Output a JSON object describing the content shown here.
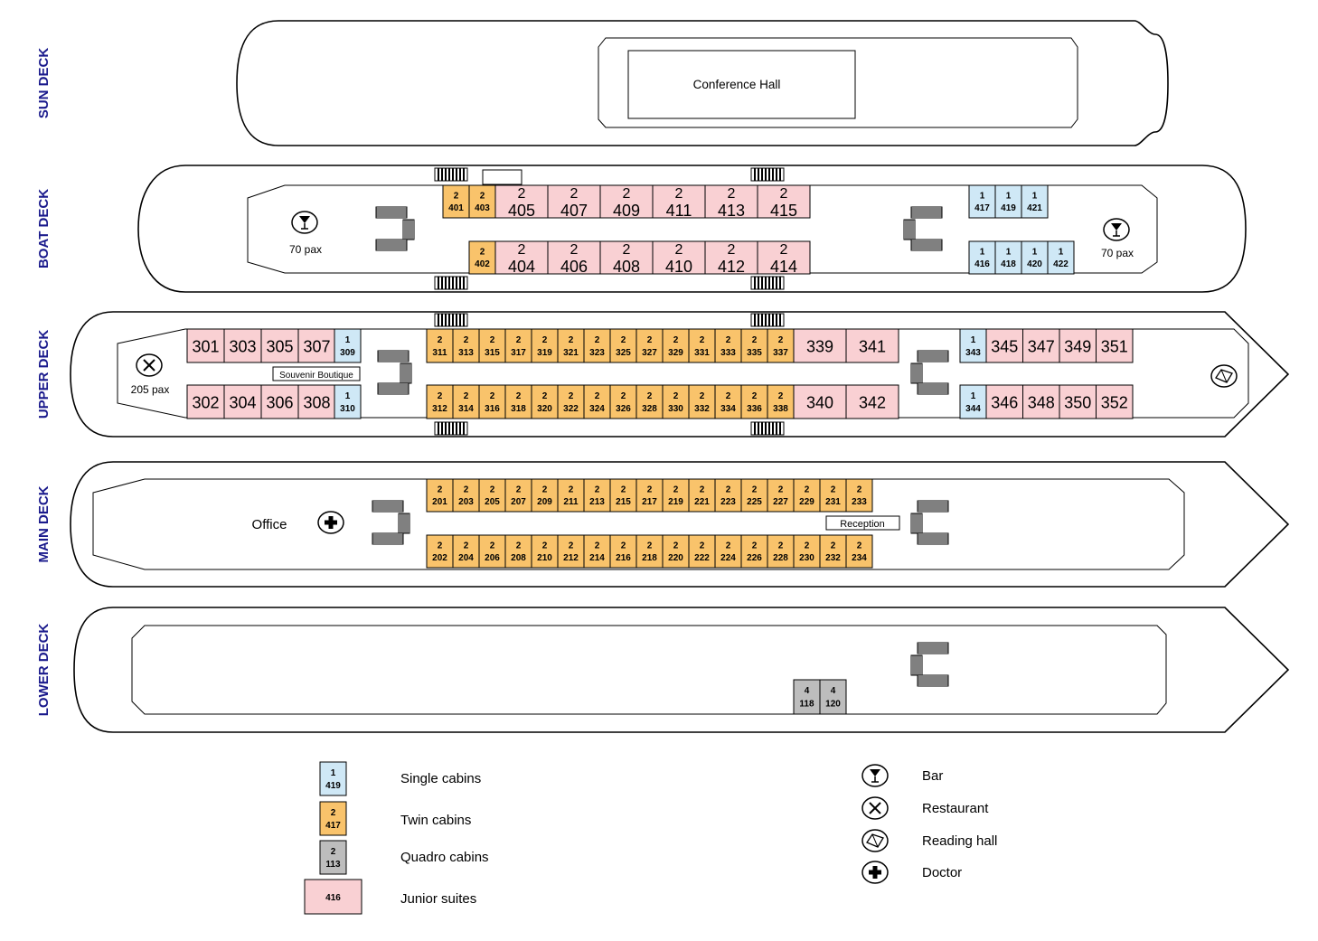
{
  "colors": {
    "single": "#cfe8f6",
    "twin": "#f9c36b",
    "quadro": "#bdbdbd",
    "suite": "#f9d0d3",
    "deck_label": "#1a1a8c"
  },
  "decks": [
    {
      "key": "sun",
      "label": "SUN DECK"
    },
    {
      "key": "boat",
      "label": "BOAT DECK"
    },
    {
      "key": "upper",
      "label": "UPPER DECK"
    },
    {
      "key": "main",
      "label": "MAIN DECK"
    },
    {
      "key": "lower",
      "label": "LOWER DECK"
    }
  ],
  "rooms": {
    "conference_hall": "Conference Hall",
    "souvenir_boutique": "Souvenir Boutique",
    "reception": "Reception",
    "office": "Office"
  },
  "capacities": {
    "boat_bar_left": "70 pax",
    "boat_bar_right": "70 pax",
    "upper_restaurant": "205 pax"
  },
  "cabins": {
    "boat_top_twin": [
      {
        "b": "2",
        "n": "401"
      },
      {
        "b": "2",
        "n": "403"
      }
    ],
    "boat_top_suites": [
      {
        "b": "2",
        "n": "405"
      },
      {
        "b": "2",
        "n": "407"
      },
      {
        "b": "2",
        "n": "409"
      },
      {
        "b": "2",
        "n": "411"
      },
      {
        "b": "2",
        "n": "413"
      },
      {
        "b": "2",
        "n": "415"
      }
    ],
    "boat_bottom_twin": [
      {
        "b": "2",
        "n": "402"
      }
    ],
    "boat_bottom_suites": [
      {
        "b": "2",
        "n": "404"
      },
      {
        "b": "2",
        "n": "406"
      },
      {
        "b": "2",
        "n": "408"
      },
      {
        "b": "2",
        "n": "410"
      },
      {
        "b": "2",
        "n": "412"
      },
      {
        "b": "2",
        "n": "414"
      }
    ],
    "boat_top_single": [
      {
        "b": "1",
        "n": "417"
      },
      {
        "b": "1",
        "n": "419"
      },
      {
        "b": "1",
        "n": "421"
      }
    ],
    "boat_bottom_single": [
      {
        "b": "1",
        "n": "416"
      },
      {
        "b": "1",
        "n": "418"
      },
      {
        "b": "1",
        "n": "420"
      },
      {
        "b": "1",
        "n": "422"
      }
    ],
    "upper_top_left_suites": [
      "301",
      "303",
      "305",
      "307"
    ],
    "upper_top_left_single": [
      {
        "b": "1",
        "n": "309"
      }
    ],
    "upper_bottom_left_suites": [
      "302",
      "304",
      "306",
      "308"
    ],
    "upper_bottom_left_single": [
      {
        "b": "1",
        "n": "310"
      }
    ],
    "upper_top_twin": [
      {
        "b": "2",
        "n": "311"
      },
      {
        "b": "2",
        "n": "313"
      },
      {
        "b": "2",
        "n": "315"
      },
      {
        "b": "2",
        "n": "317"
      },
      {
        "b": "2",
        "n": "319"
      },
      {
        "b": "2",
        "n": "321"
      },
      {
        "b": "2",
        "n": "323"
      },
      {
        "b": "2",
        "n": "325"
      },
      {
        "b": "2",
        "n": "327"
      },
      {
        "b": "2",
        "n": "329"
      },
      {
        "b": "2",
        "n": "331"
      },
      {
        "b": "2",
        "n": "333"
      },
      {
        "b": "2",
        "n": "335"
      },
      {
        "b": "2",
        "n": "337"
      }
    ],
    "upper_top_mid_suites": [
      "339",
      "341"
    ],
    "upper_bottom_twin": [
      {
        "b": "2",
        "n": "312"
      },
      {
        "b": "2",
        "n": "314"
      },
      {
        "b": "2",
        "n": "316"
      },
      {
        "b": "2",
        "n": "318"
      },
      {
        "b": "2",
        "n": "320"
      },
      {
        "b": "2",
        "n": "322"
      },
      {
        "b": "2",
        "n": "324"
      },
      {
        "b": "2",
        "n": "326"
      },
      {
        "b": "2",
        "n": "328"
      },
      {
        "b": "2",
        "n": "330"
      },
      {
        "b": "2",
        "n": "332"
      },
      {
        "b": "2",
        "n": "334"
      },
      {
        "b": "2",
        "n": "336"
      },
      {
        "b": "2",
        "n": "338"
      }
    ],
    "upper_bottom_mid_suites": [
      "340",
      "342"
    ],
    "upper_top_right_single": [
      {
        "b": "1",
        "n": "343"
      }
    ],
    "upper_top_right_suites": [
      "345",
      "347",
      "349",
      "351"
    ],
    "upper_bottom_right_single": [
      {
        "b": "1",
        "n": "344"
      }
    ],
    "upper_bottom_right_suites": [
      "346",
      "348",
      "350",
      "352"
    ],
    "main_top_twin": [
      {
        "b": "2",
        "n": "201"
      },
      {
        "b": "2",
        "n": "203"
      },
      {
        "b": "2",
        "n": "205"
      },
      {
        "b": "2",
        "n": "207"
      },
      {
        "b": "2",
        "n": "209"
      },
      {
        "b": "2",
        "n": "211"
      },
      {
        "b": "2",
        "n": "213"
      },
      {
        "b": "2",
        "n": "215"
      },
      {
        "b": "2",
        "n": "217"
      },
      {
        "b": "2",
        "n": "219"
      },
      {
        "b": "2",
        "n": "221"
      },
      {
        "b": "2",
        "n": "223"
      },
      {
        "b": "2",
        "n": "225"
      },
      {
        "b": "2",
        "n": "227"
      },
      {
        "b": "2",
        "n": "229"
      },
      {
        "b": "2",
        "n": "231"
      },
      {
        "b": "2",
        "n": "233"
      }
    ],
    "main_bottom_twin": [
      {
        "b": "2",
        "n": "202"
      },
      {
        "b": "2",
        "n": "204"
      },
      {
        "b": "2",
        "n": "206"
      },
      {
        "b": "2",
        "n": "208"
      },
      {
        "b": "2",
        "n": "210"
      },
      {
        "b": "2",
        "n": "212"
      },
      {
        "b": "2",
        "n": "214"
      },
      {
        "b": "2",
        "n": "216"
      },
      {
        "b": "2",
        "n": "218"
      },
      {
        "b": "2",
        "n": "220"
      },
      {
        "b": "2",
        "n": "222"
      },
      {
        "b": "2",
        "n": "224"
      },
      {
        "b": "2",
        "n": "226"
      },
      {
        "b": "2",
        "n": "228"
      },
      {
        "b": "2",
        "n": "230"
      },
      {
        "b": "2",
        "n": "232"
      },
      {
        "b": "2",
        "n": "234"
      }
    ],
    "lower_quadro": [
      {
        "b": "4",
        "n": "118"
      },
      {
        "b": "4",
        "n": "120"
      }
    ]
  },
  "legend_cabins": [
    {
      "type": "single",
      "b": "1",
      "n": "419",
      "label": "Single cabins"
    },
    {
      "type": "twin",
      "b": "2",
      "n": "417",
      "label": "Twin cabins"
    },
    {
      "type": "quadro",
      "b": "2",
      "n": "113",
      "label": "Quadro cabins"
    },
    {
      "type": "suite",
      "b": "",
      "n": "416",
      "label": "Junior suites"
    }
  ],
  "legend_icons": [
    {
      "icon": "bar-icon",
      "label": "Bar"
    },
    {
      "icon": "restaurant-icon",
      "label": "Restaurant"
    },
    {
      "icon": "reading-hall-icon",
      "label": "Reading hall"
    },
    {
      "icon": "doctor-icon",
      "label": "Doctor"
    }
  ]
}
